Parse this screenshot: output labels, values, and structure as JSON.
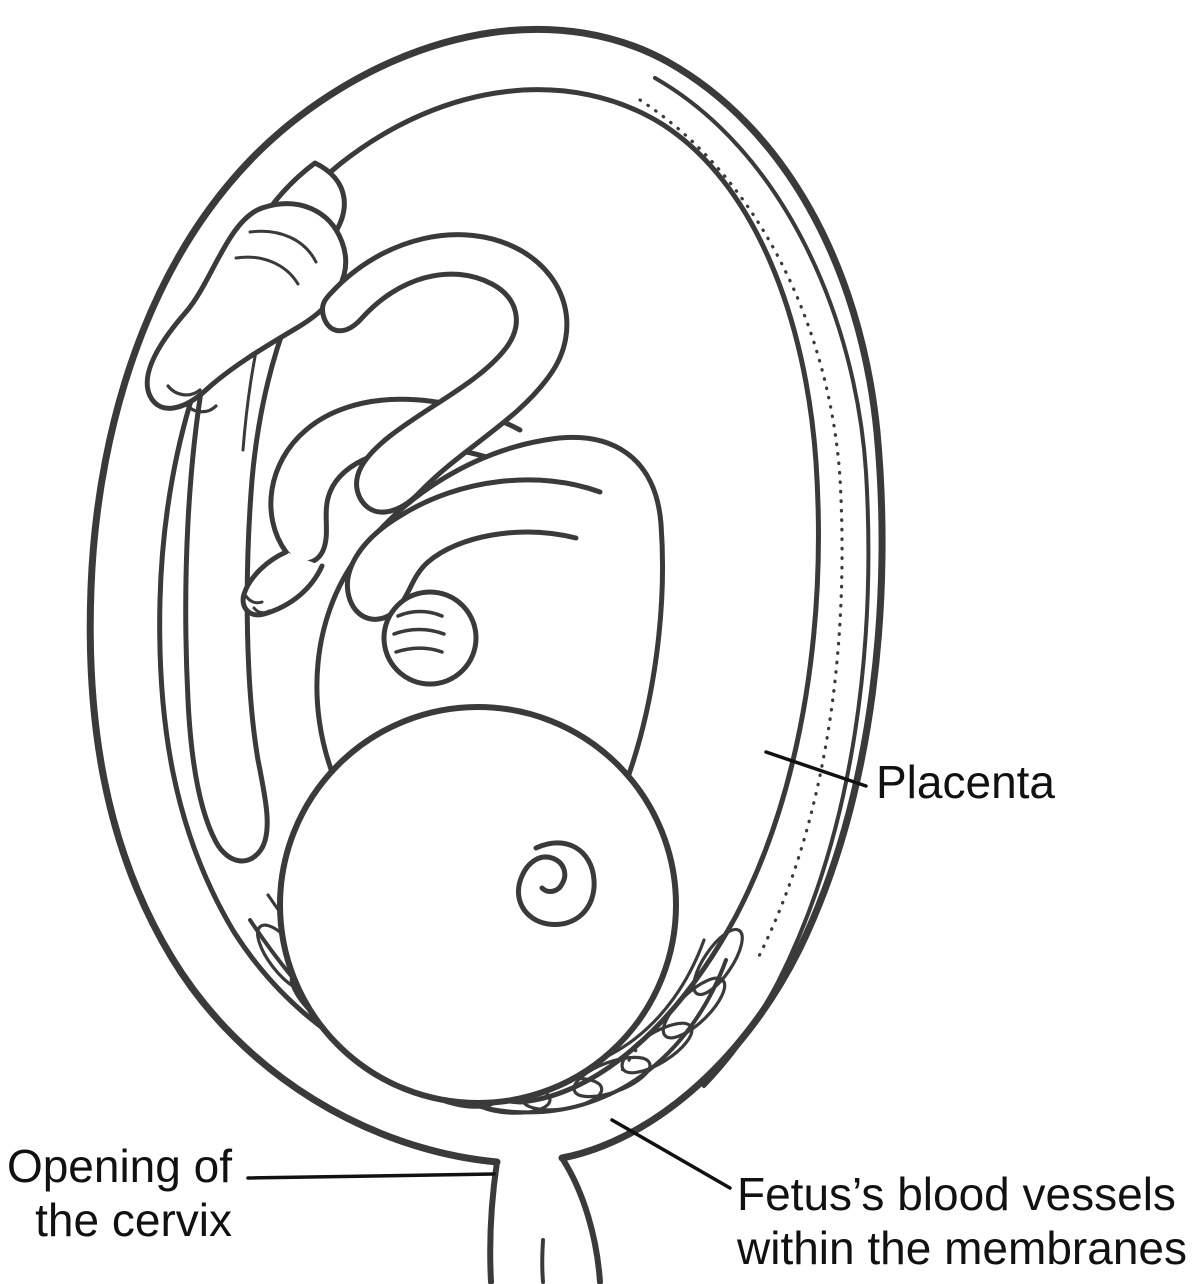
{
  "page": {
    "background_color": "#ffffff",
    "ink_color": "#3a3a3a",
    "text_color": "#111111"
  },
  "diagram": {
    "subject": "fetus-in-uterus-with-vasa-previa",
    "parts": [
      "uterus-outer-wall",
      "amniotic-membrane",
      "placenta",
      "umbilical-cord",
      "fetus",
      "fetal-blood-vessels-braid",
      "cervix-opening"
    ]
  },
  "labels": {
    "placenta": "Placenta",
    "cervix_line1": "Opening of",
    "cervix_line2": "the cervix",
    "vessels_line1": "Fetus’s blood vessels",
    "vessels_line2": "within the membranes"
  }
}
